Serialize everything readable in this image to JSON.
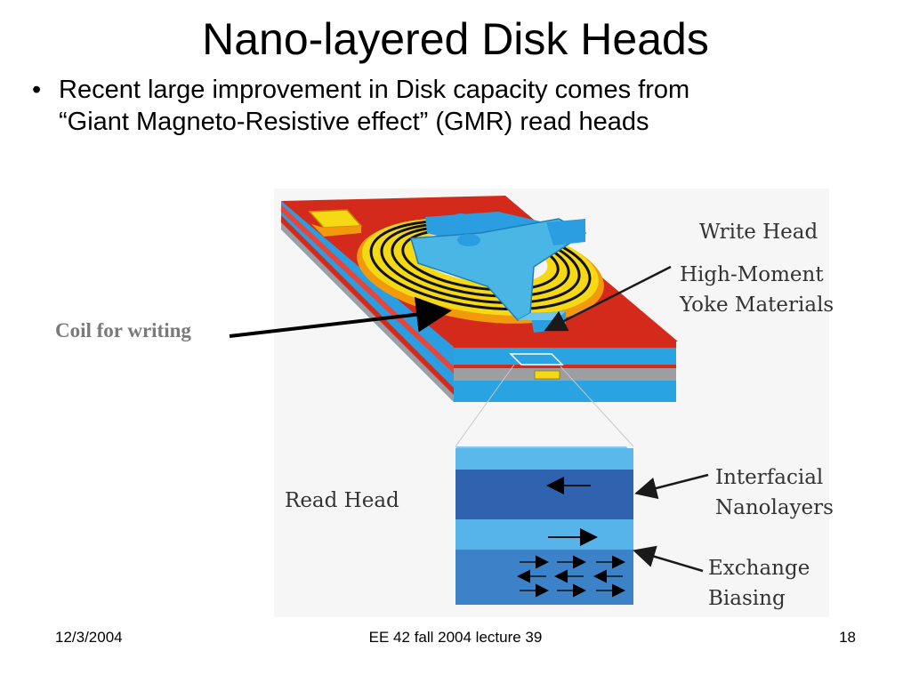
{
  "slide": {
    "title": "Nano-layered Disk Heads",
    "bullet": {
      "marker": "•",
      "line1": "Recent large improvement in Disk capacity comes from",
      "line2": "“Giant Magneto-Resistive effect” (GMR)  read heads"
    }
  },
  "diagram": {
    "labels": {
      "write_head": "Write Head",
      "high_moment_1": "High-Moment",
      "high_moment_2": "Yoke Materials",
      "read_head": "Read Head",
      "interfacial_1": "Interfacial",
      "interfacial_2": "Nanolayers",
      "exchange_1": "Exchange",
      "exchange_2": "Biasing"
    },
    "callout": "Coil for writing",
    "colors": {
      "red_layer": "#d42a1c",
      "blue_layer": "#2aa3e2",
      "gray_layer": "#9c9ea2",
      "coil_orange": "#f29a0c",
      "coil_yellow": "#f5d915",
      "yoke_blue": "#4ab6e6",
      "label_text": "#333333"
    }
  },
  "footer": {
    "date": "12/3/2004",
    "course": "EE 42 fall 2004 lecture 39",
    "page": "18"
  }
}
